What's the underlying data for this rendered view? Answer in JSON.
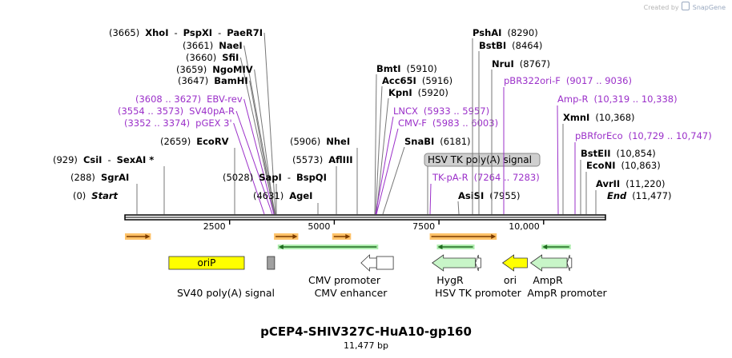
{
  "credit": {
    "prefix": "Created by",
    "brand": "SnapGene"
  },
  "map": {
    "name": "pCEP4-SHIV327C-HuA10-gp160",
    "size_label": "11,477 bp"
  },
  "ruler_ticks": [
    "2500",
    "5000",
    "7500",
    "10,000"
  ],
  "colors": {
    "site": "#000000",
    "primer": "#9b30c9",
    "feature_yellow": "#ffff00",
    "feature_green": "#c8f5c8",
    "orf": "#ffb74d"
  },
  "left_stack": [
    {
      "pos": "(3665)",
      "name": "XhoI",
      "extra": [
        {
          "sep": "-",
          "name": "PspXI"
        },
        {
          "sep": "-",
          "name": "PaeR7I"
        }
      ]
    },
    {
      "pos": "(3661)",
      "name": "NaeI"
    },
    {
      "pos": "(3660)",
      "name": "SfiI"
    },
    {
      "pos": "(3659)",
      "name": "NgoMIV"
    },
    {
      "pos": "(3647)",
      "name": "BamHI"
    }
  ],
  "primers_left": [
    {
      "pos": "(3608 .. 3627)",
      "name": "EBV-rev"
    },
    {
      "pos": "(3554 .. 3573)",
      "name": "SV40pA-R"
    },
    {
      "pos": "(3352 .. 3374)",
      "name": "pGEX 3'"
    }
  ],
  "sites_misc": [
    {
      "pos": "(2659)",
      "name": "EcoRV"
    },
    {
      "pos": "(929)",
      "name": "CsiI",
      "extra": [
        {
          "sep": "-",
          "name": "SexAI *"
        }
      ]
    },
    {
      "pos": "(288)",
      "name": "SgrAI"
    },
    {
      "pos": "(0)",
      "name": "Start"
    },
    {
      "pos": "(5028)",
      "name": "SapI",
      "extra": [
        {
          "sep": "-",
          "name": "BspQI"
        }
      ]
    },
    {
      "pos": "(4631)",
      "name": "AgeI"
    },
    {
      "pos": "(5573)",
      "name": "AflIII"
    },
    {
      "pos": "(5906)",
      "name": "NheI"
    },
    {
      "name": "BmtI",
      "pos": "(5910)"
    },
    {
      "name": "Acc65I",
      "pos": "(5916)"
    },
    {
      "name": "KpnI",
      "pos": "(5920)"
    },
    {
      "name": "SnaBI",
      "pos": "(6181)"
    },
    {
      "name": "AsiSI",
      "pos": "(7955)"
    },
    {
      "name": "PshAI",
      "pos": "(8290)"
    },
    {
      "name": "BstBI",
      "pos": "(8464)"
    },
    {
      "name": "NruI",
      "pos": "(8767)"
    },
    {
      "name": "XmnI",
      "pos": "(10,368)"
    },
    {
      "name": "BstEII",
      "pos": "(10,854)"
    },
    {
      "name": "EcoNI",
      "pos": "(10,863)"
    },
    {
      "name": "AvrII",
      "pos": "(11,220)"
    },
    {
      "name": "End",
      "pos": "(11,477)"
    }
  ],
  "primers_right": [
    {
      "name": "LNCX",
      "pos": "(5933 .. 5957)"
    },
    {
      "name": "CMV-F",
      "pos": "(5983 .. 6003)"
    },
    {
      "name": "TK-pA-R",
      "pos": "(7264 .. 7283)"
    },
    {
      "name": "pBR322ori-F",
      "pos": "(9017 .. 9036)"
    },
    {
      "name": "Amp-R",
      "pos": "(10,319 .. 10,338)"
    },
    {
      "name": "pBRforEco",
      "pos": "(10,729 .. 10,747)"
    }
  ],
  "highlight_label": "HSV TK poly(A) signal",
  "features": [
    {
      "name": "oriP",
      "start": 1050,
      "end": 2850,
      "shape": "box",
      "color": "#ffff00",
      "label_inside": true
    },
    {
      "name": "SV40 poly(A) signal",
      "start": 3400,
      "end": 3575,
      "shape": "box",
      "color": "#a0a0a0"
    },
    {
      "name": "CMV promoter",
      "start": 6010,
      "end": 6410,
      "shape": "arrow-right-box",
      "color": "#ffffff"
    },
    {
      "name": "CMV enhancer",
      "start": 5640,
      "end": 6010,
      "shape": "arrow-left",
      "color": "#ffffff"
    },
    {
      "name": "HygR",
      "start": 7340,
      "end": 8370,
      "shape": "arrow-left",
      "color": "#c8f5c8"
    },
    {
      "name": "HSV TK promoter",
      "start": 8370,
      "end": 8500,
      "shape": "arrow-left",
      "color": "#ffffff"
    },
    {
      "name": "ori",
      "start": 9020,
      "end": 9610,
      "shape": "arrow-left",
      "color": "#ffff00"
    },
    {
      "name": "AmpR",
      "start": 9690,
      "end": 10560,
      "shape": "arrow-left",
      "color": "#c8f5c8"
    },
    {
      "name": "AmpR promoter",
      "start": 10560,
      "end": 10670,
      "shape": "arrow-left",
      "color": "#ffffff"
    }
  ],
  "orfs": [
    {
      "start": 0,
      "end": 620,
      "dir": "right"
    },
    {
      "start": 3560,
      "end": 4140,
      "dir": "right"
    },
    {
      "start": 4950,
      "end": 5400,
      "dir": "right"
    },
    {
      "start": 7280,
      "end": 8880,
      "dir": "right"
    }
  ],
  "green_lines": [
    {
      "start": 3650,
      "end": 6050,
      "dir": "left"
    },
    {
      "start": 7450,
      "end": 8350,
      "dir": "left"
    },
    {
      "start": 9950,
      "end": 10650,
      "dir": "left"
    }
  ]
}
